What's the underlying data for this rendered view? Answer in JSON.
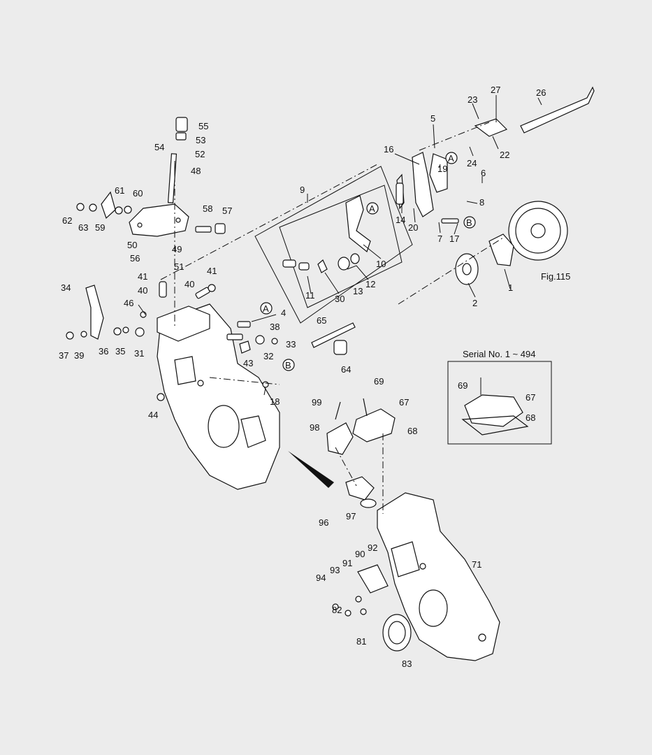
{
  "figure": {
    "fig_ref": "Fig.115",
    "inset_title": "Serial No. 1 ~ 494",
    "callout_A": "A",
    "callout_B": "B"
  },
  "labels": {
    "p1": "1",
    "p2": "2",
    "p4": "4",
    "p5": "5",
    "p6": "6",
    "p7": "7",
    "p8": "8",
    "p9": "9",
    "p10": "10",
    "p11": "11",
    "p12": "12",
    "p13": "13",
    "p14": "14",
    "p16": "16",
    "p17": "17",
    "p18": "18",
    "p19": "19",
    "p20": "20",
    "p22": "22",
    "p23": "23",
    "p24": "24",
    "p26": "26",
    "p27": "27",
    "p30": "30",
    "p31": "31",
    "p32": "32",
    "p33": "33",
    "p34": "34",
    "p35": "35",
    "p36": "36",
    "p37": "37",
    "p38": "38",
    "p39": "39",
    "p40a": "40",
    "p40b": "40",
    "p41a": "41",
    "p41b": "41",
    "p43": "43",
    "p44": "44",
    "p46": "46",
    "p48": "48",
    "p49": "49",
    "p50": "50",
    "p51": "51",
    "p52": "52",
    "p53": "53",
    "p54": "54",
    "p55": "55",
    "p56": "56",
    "p57": "57",
    "p58": "58",
    "p59": "59",
    "p60": "60",
    "p61": "61",
    "p62": "62",
    "p63": "63",
    "p64": "64",
    "p65": "65",
    "p67": "67",
    "p68": "68",
    "p69": "69",
    "p67i": "67",
    "p68i": "68",
    "p69i": "69",
    "p71": "71",
    "p81": "81",
    "p82": "82",
    "p83": "83",
    "p90": "90",
    "p91": "91",
    "p92": "92",
    "p93": "93",
    "p94": "94",
    "p96": "96",
    "p97": "97",
    "p98": "98",
    "p99": "99"
  }
}
